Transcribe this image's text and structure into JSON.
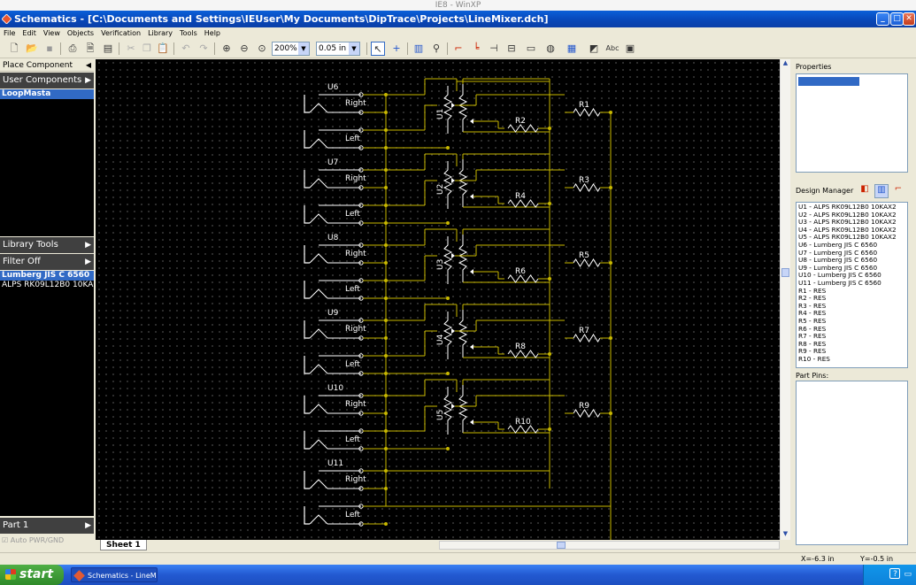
{
  "vm": {
    "label": "IE8 - WinXP"
  },
  "window": {
    "title": "Schematics - [C:\\Documents and Settings\\IEUser\\My Documents\\DipTrace\\Projects\\LineMixer.dch]"
  },
  "menu": [
    "File",
    "Edit",
    "View",
    "Objects",
    "Verification",
    "Library",
    "Tools",
    "Help"
  ],
  "toolbar": {
    "zoom": "200%",
    "grid": "0.05 in"
  },
  "left_panel": {
    "place_component": "Place Component",
    "user_components": "User Components",
    "user_list": [
      "LoopMasta"
    ],
    "library_tools": "Library Tools",
    "filter": "Filter Off",
    "library_list": [
      "Lumberg JIS C 6560",
      "ALPS RK09L12B0 10KA"
    ],
    "part": "Part 1",
    "auto_pwr": "Auto PWR/GND"
  },
  "sheet_tab": "Sheet 1",
  "right_panel": {
    "properties": "Properties",
    "design_manager": "Design Manager",
    "components": [
      "U1 - ALPS RK09L12B0 10KAX2",
      "U2 - ALPS RK09L12B0 10KAX2",
      "U3 - ALPS RK09L12B0 10KAX2",
      "U4 - ALPS RK09L12B0 10KAX2",
      "U5 - ALPS RK09L12B0 10KAX2",
      "U6 - Lumberg JIS C 6560",
      "U7 - Lumberg JIS C 6560",
      "U8 - Lumberg JIS C 6560",
      "U9 - Lumberg JIS C 6560",
      "U10 - Lumberg JIS C 6560",
      "U11 - Lumberg JIS C 6560",
      "R1 - RES",
      "R2 - RES",
      "R3 - RES",
      "R4 - RES",
      "R5 - RES",
      "R6 - RES",
      "R7 - RES",
      "R8 - RES",
      "R9 - RES",
      "R10 - RES"
    ],
    "part_pins": "Part Pins:"
  },
  "status": {
    "x": "X=-6.3 in",
    "y": "Y=-0.5 in"
  },
  "taskbar": {
    "start": "start",
    "item": "Schematics - LineMixe...",
    "tray_help": "?"
  },
  "schematic": {
    "jacks": [
      {
        "ref": "U6",
        "right": "Right",
        "left": "Left"
      },
      {
        "ref": "U7",
        "right": "Right",
        "left": "Left"
      },
      {
        "ref": "U8",
        "right": "Right",
        "left": "Left"
      },
      {
        "ref": "U9",
        "right": "Right",
        "left": "Left"
      },
      {
        "ref": "U10",
        "right": "Right",
        "left": "Left"
      },
      {
        "ref": "U11",
        "right": "Right",
        "left": "Left"
      }
    ],
    "pots": [
      "U1",
      "U2",
      "U3",
      "U4",
      "U5"
    ],
    "resistors_top": [
      "R1",
      "R3",
      "R5",
      "R7",
      "R9"
    ],
    "resistors_bottom": [
      "R2",
      "R4",
      "R6",
      "R8",
      "R10"
    ]
  },
  "colors": {
    "wire": "#c8b800",
    "component": "#ffffff",
    "canvas": "#000000",
    "selection": "#316ac5",
    "titlebar": "#0a5fd8"
  }
}
